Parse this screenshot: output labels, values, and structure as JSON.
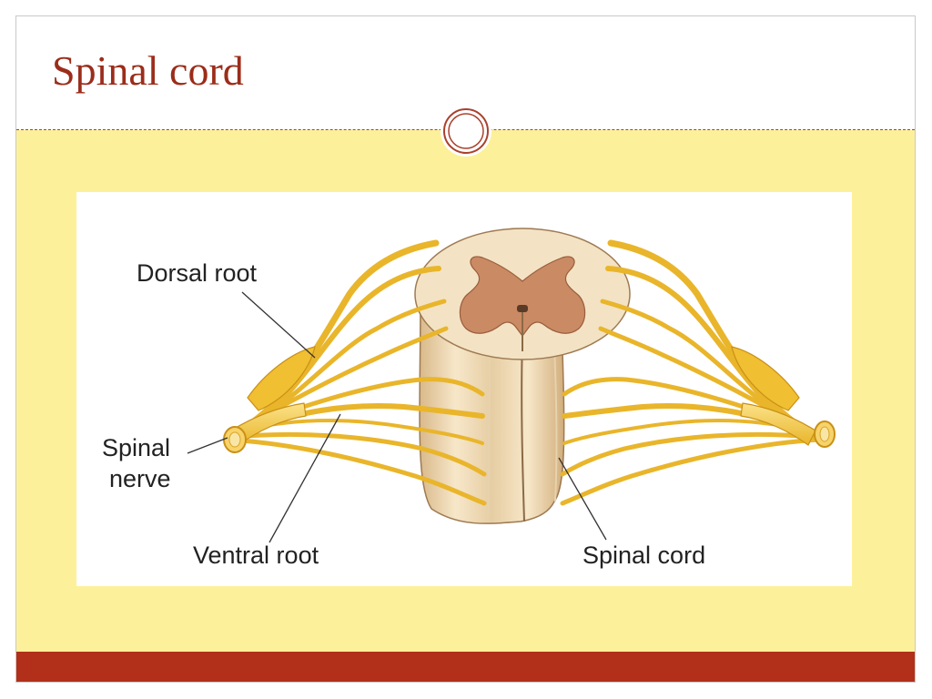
{
  "slide": {
    "title": "Spinal cord"
  },
  "figure": {
    "labels": {
      "dorsal_root": "Dorsal root",
      "spinal_nerve_line1": "Spinal",
      "spinal_nerve_line2": "nerve",
      "ventral_root": "Ventral root",
      "spinal_cord": "Spinal cord"
    }
  },
  "colors": {
    "title": "#9b2d1a",
    "content_background": "#fdf09a",
    "footer_band": "#b2301a",
    "divider": "#a9412e",
    "nerve": "#f2c43a",
    "cord_white_matter": "#efd9b0",
    "cord_gray_matter": "#c98a64"
  }
}
